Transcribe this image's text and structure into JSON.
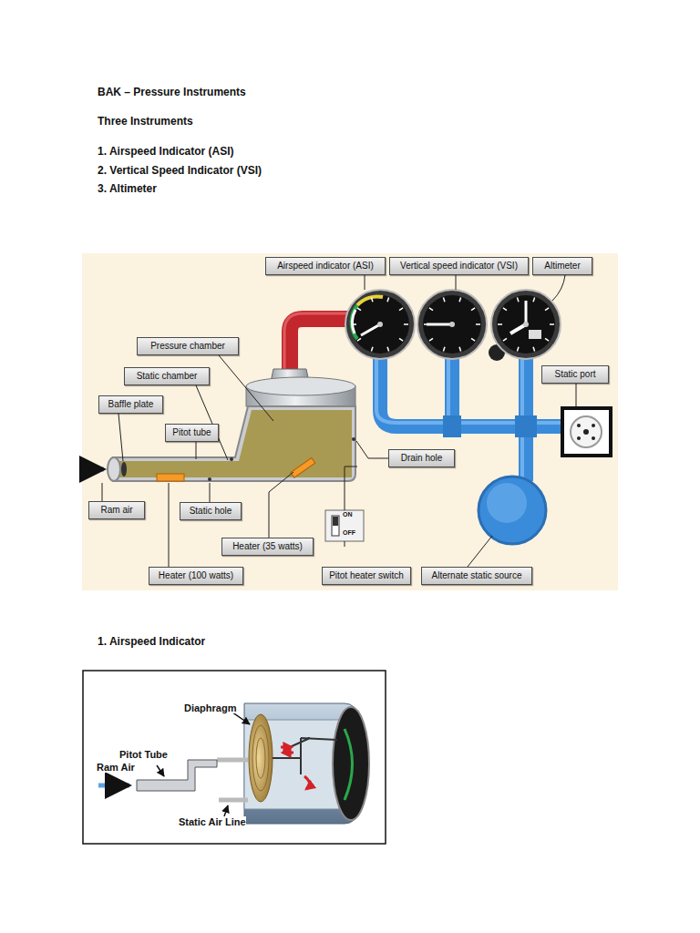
{
  "diagram": {
    "title": "BAK – Pressure Instruments",
    "nodes": [
      {
        "text": [
          "Airspeed indicator (ASI)"
        ]
      },
      {
        "text": [
          "Vertical speed indicator (VSI)"
        ]
      },
      {
        "text": [
          "Altimeter"
        ]
      },
      {
        "text": [
          "Pressure chamber"
        ]
      },
      {
        "text": [
          "Static chamber"
        ]
      },
      {
        "text": [
          "Static port"
        ]
      },
      {
        "text": [
          "Baffle plate"
        ]
      },
      {
        "text": [
          "Pitot tube"
        ]
      },
      {
        "text": [
          "Drain hole"
        ]
      },
      {
        "text": [
          "Ram air"
        ]
      },
      {
        "text": [
          "Static hole"
        ]
      },
      {
        "text": [
          "Heater (35 watts)"
        ]
      },
      {
        "text": [
          "Heater (100 watts)"
        ]
      },
      {
        "text": [
          "Pitot heater switch"
        ]
      },
      {
        "text": [
          "Alternate static source"
        ]
      }
    ],
    "labels": [
      "Three Instruments",
      "1. Airspeed Indicator (ASI)",
      "2. Vertical Speed Indicator (VSI)",
      "3. Altimeter",
      "ON",
      "OFF",
      "1. Airspeed Indicator",
      "Diaphragm",
      "Pitot Tube",
      "Ram Air",
      "Static Air Line"
    ]
  }
}
